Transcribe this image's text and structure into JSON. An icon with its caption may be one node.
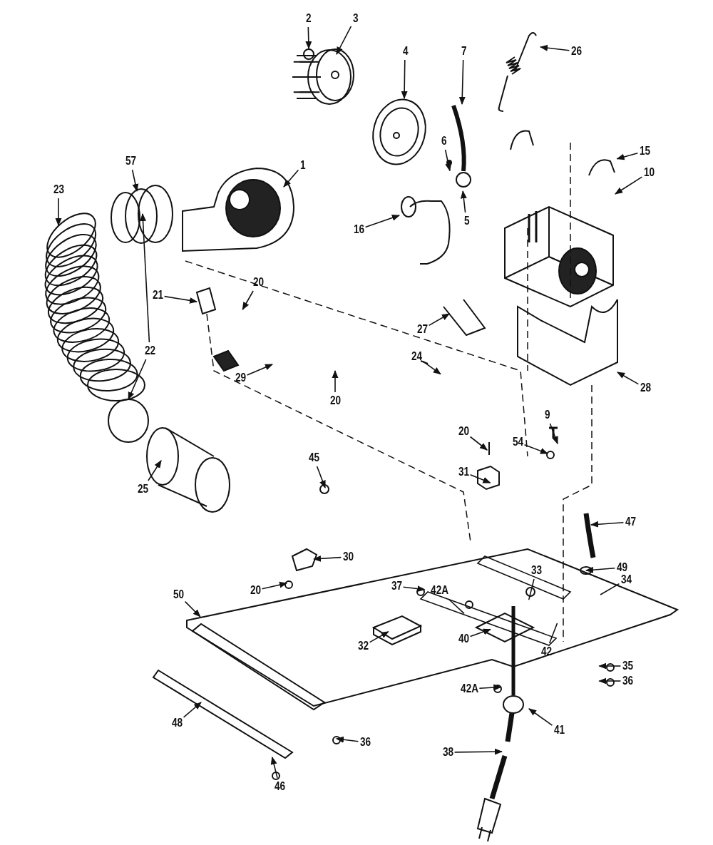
{
  "diagram": {
    "nodes": [
      {
        "text": [
          "2"
        ]
      },
      {
        "text": [
          "3"
        ]
      },
      {
        "text": [
          "4"
        ]
      },
      {
        "text": [
          "7"
        ]
      },
      {
        "text": [
          "26"
        ]
      },
      {
        "text": [
          "6"
        ]
      },
      {
        "text": [
          "15"
        ]
      },
      {
        "text": [
          "10"
        ]
      },
      {
        "text": [
          "57"
        ]
      },
      {
        "text": [
          "1"
        ]
      },
      {
        "text": [
          "23"
        ]
      },
      {
        "text": [
          "5"
        ]
      },
      {
        "text": [
          "16"
        ]
      },
      {
        "text": [
          "20"
        ]
      },
      {
        "text": [
          "21"
        ]
      },
      {
        "text": [
          "22"
        ]
      },
      {
        "text": [
          "27"
        ]
      },
      {
        "text": [
          "24"
        ]
      },
      {
        "text": [
          "29"
        ]
      },
      {
        "text": [
          "20"
        ]
      },
      {
        "text": [
          "28"
        ]
      },
      {
        "text": [
          "9"
        ]
      },
      {
        "text": [
          "20"
        ]
      },
      {
        "text": [
          "54"
        ]
      },
      {
        "text": [
          "31"
        ]
      },
      {
        "text": [
          "25"
        ]
      },
      {
        "text": [
          "45"
        ]
      },
      {
        "text": [
          "47"
        ]
      },
      {
        "text": [
          "30"
        ]
      },
      {
        "text": [
          "49"
        ]
      },
      {
        "text": [
          "33"
        ]
      },
      {
        "text": [
          "34"
        ]
      },
      {
        "text": [
          "20"
        ]
      },
      {
        "text": [
          "37"
        ]
      },
      {
        "text": [
          "42A"
        ]
      },
      {
        "text": [
          "50"
        ]
      },
      {
        "text": [
          "40"
        ]
      },
      {
        "text": [
          "32"
        ]
      },
      {
        "text": [
          "42"
        ]
      },
      {
        "text": [
          "35"
        ]
      },
      {
        "text": [
          "36"
        ]
      },
      {
        "text": [
          "42A"
        ]
      },
      {
        "text": [
          "41"
        ]
      },
      {
        "text": [
          "48"
        ]
      },
      {
        "text": [
          "36"
        ]
      },
      {
        "text": [
          "38"
        ]
      },
      {
        "text": [
          "46"
        ]
      }
    ],
    "edges": [
      {
        "from": 0,
        "to": null,
        "arrow": "to"
      },
      {
        "from": 1,
        "to": null,
        "arrow": "to"
      },
      {
        "from": 2,
        "to": null,
        "arrow": "to"
      },
      {
        "from": 3,
        "to": null,
        "arrow": "to"
      },
      {
        "from": 4,
        "to": null,
        "arrow": "to"
      },
      {
        "from": 5,
        "to": null,
        "arrow": "to"
      },
      {
        "from": 6,
        "to": null,
        "arrow": "to"
      },
      {
        "from": 7,
        "to": null,
        "arrow": "to"
      },
      {
        "from": 8,
        "to": null,
        "arrow": "to"
      },
      {
        "from": 9,
        "to": null,
        "arrow": "to"
      },
      {
        "from": 10,
        "to": null,
        "arrow": "to"
      },
      {
        "from": 11,
        "to": null,
        "arrow": "to"
      },
      {
        "from": 12,
        "to": null,
        "arrow": "to"
      },
      {
        "from": 13,
        "to": null,
        "arrow": "to"
      },
      {
        "from": 14,
        "to": null,
        "arrow": "to"
      },
      {
        "from": 15,
        "to": null,
        "arrow": "to"
      },
      {
        "from": 15,
        "to": null,
        "arrow": "to"
      },
      {
        "from": 16,
        "to": null,
        "arrow": "to"
      },
      {
        "from": 17,
        "to": null,
        "arrow": "to"
      },
      {
        "from": 18,
        "to": null,
        "arrow": "to"
      },
      {
        "from": 19,
        "to": null,
        "arrow": "to"
      },
      {
        "from": 20,
        "to": null,
        "arrow": "to"
      },
      {
        "from": 21,
        "to": null,
        "arrow": "to"
      },
      {
        "from": 22,
        "to": null,
        "arrow": "to"
      },
      {
        "from": 23,
        "to": null,
        "arrow": "to"
      },
      {
        "from": 24,
        "to": null,
        "arrow": "to"
      },
      {
        "from": 25,
        "to": null,
        "arrow": "to"
      },
      {
        "from": 26,
        "to": null,
        "arrow": "to"
      },
      {
        "from": 27,
        "to": null,
        "arrow": "to"
      },
      {
        "from": 28,
        "to": null,
        "arrow": "to"
      },
      {
        "from": 29,
        "to": null,
        "arrow": "to"
      },
      {
        "from": 30,
        "to": null,
        "arrow": "none"
      },
      {
        "from": 31,
        "to": null,
        "arrow": "none"
      },
      {
        "from": 32,
        "to": null,
        "arrow": "to"
      },
      {
        "from": 33,
        "to": null,
        "arrow": "to"
      },
      {
        "from": 34,
        "to": null,
        "arrow": "none"
      },
      {
        "from": 35,
        "to": null,
        "arrow": "to"
      },
      {
        "from": 36,
        "to": null,
        "arrow": "to"
      },
      {
        "from": 37,
        "to": null,
        "arrow": "to"
      },
      {
        "from": 38,
        "to": null,
        "arrow": "none"
      },
      {
        "from": 39,
        "to": null,
        "arrow": "to"
      },
      {
        "from": 40,
        "to": null,
        "arrow": "to"
      },
      {
        "from": 41,
        "to": null,
        "arrow": "to"
      },
      {
        "from": 42,
        "to": null,
        "arrow": "to"
      },
      {
        "from": 43,
        "to": null,
        "arrow": "to"
      },
      {
        "from": 44,
        "to": null,
        "arrow": "to"
      },
      {
        "from": 45,
        "to": null,
        "arrow": "to"
      },
      {
        "from": 46,
        "to": null,
        "arrow": "to"
      }
    ]
  }
}
